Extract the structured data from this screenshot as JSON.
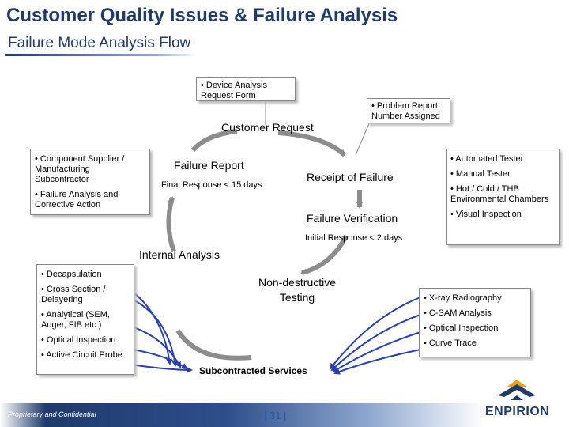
{
  "header": {
    "title": "Customer Quality Issues & Failure Analysis",
    "subtitle": "Failure Mode Analysis Flow"
  },
  "boxes": {
    "device_request": [
      "• Device Analysis",
      "Request Form"
    ],
    "problem_report": [
      "• Problem Report",
      "Number Assigned"
    ],
    "supplier": [
      "• Component Supplier / Manufacturing Subcontractor",
      "• Failure Analysis and Corrective Action"
    ],
    "testers": [
      "• Automated Tester",
      "• Manual Tester",
      "• Hot / Cold / THB Environmental Chambers",
      "• Visual Inspection"
    ],
    "internal_methods": [
      "• Decapsulation",
      "• Cross Section / Delayering",
      "• Analytical (SEM, Auger, FIB etc.)",
      "• Optical Inspection",
      "• Active Circuit Probe"
    ],
    "external_methods": [
      "• X-ray Radiography",
      "• C-SAM Analysis",
      "• Optical Inspection",
      "• Curve Trace"
    ]
  },
  "flow": {
    "customer_request": "Customer Request",
    "failure_report": "Failure Report",
    "final_response": "Final Response < 15 days",
    "receipt": "Receipt of Failure",
    "verification": "Failure Verification",
    "initial_response": "Initial Response < 2 days",
    "internal_analysis": "Internal Analysis",
    "nondestructive_1": "Non-destructive",
    "nondestructive_2": "Testing",
    "subcontracted": "Subcontracted Services"
  },
  "footer": {
    "confidential": "Proprietary and Confidential",
    "page": "| 31 |",
    "logo": "ENPIRION"
  },
  "colors": {
    "title": "#1f3a6b",
    "cycle_arrow": "#8a8a8a",
    "internal_arrows": "#1f3aa8",
    "logo_blue": "#1f3a6b",
    "logo_gold": "#e8a317"
  }
}
